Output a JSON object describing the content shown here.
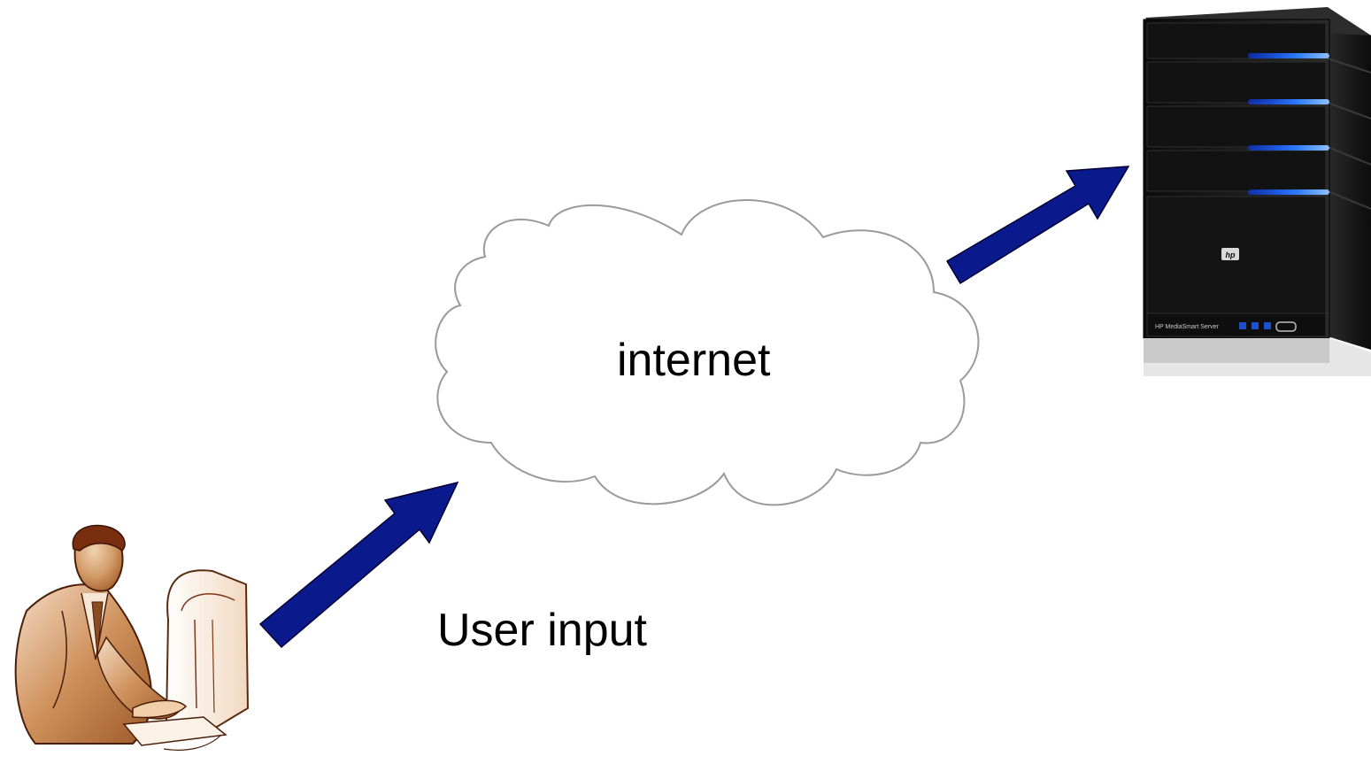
{
  "diagram": {
    "cloud_label": "internet",
    "arrow_label": "User input",
    "server_brand": "HP MediaSmart Server",
    "server_logo": "hp",
    "nodes": [
      {
        "id": "user",
        "icon": "user-at-computer-icon"
      },
      {
        "id": "internet",
        "icon": "cloud-icon"
      },
      {
        "id": "server",
        "icon": "server-tower-icon"
      }
    ],
    "edges": [
      {
        "from": "user",
        "to": "internet"
      },
      {
        "from": "internet",
        "to": "server"
      }
    ],
    "colors": {
      "arrow_fill": "#0a1a8c",
      "arrow_stroke": "#000033",
      "cloud_stroke": "#9a9a9a",
      "server_body": "#151515",
      "server_light": "#1f6fff",
      "person_skin": "#c8874f"
    }
  }
}
